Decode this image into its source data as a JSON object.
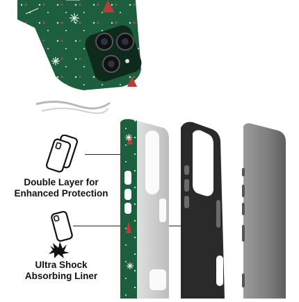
{
  "features": [
    {
      "label_line1": "Double Layer for",
      "label_line2": "Enhanced Protection",
      "icon": "double-phone-case-icon"
    },
    {
      "label_line1": "Ultra Shock",
      "label_line2": "Absorbing Liner",
      "icon": "phone-shock-icon"
    }
  ],
  "colors": {
    "case_green": "#1c5e3e",
    "liner_black": "#2a2a2a",
    "phone_gray": "#8c8c8c",
    "text": "#111111"
  }
}
